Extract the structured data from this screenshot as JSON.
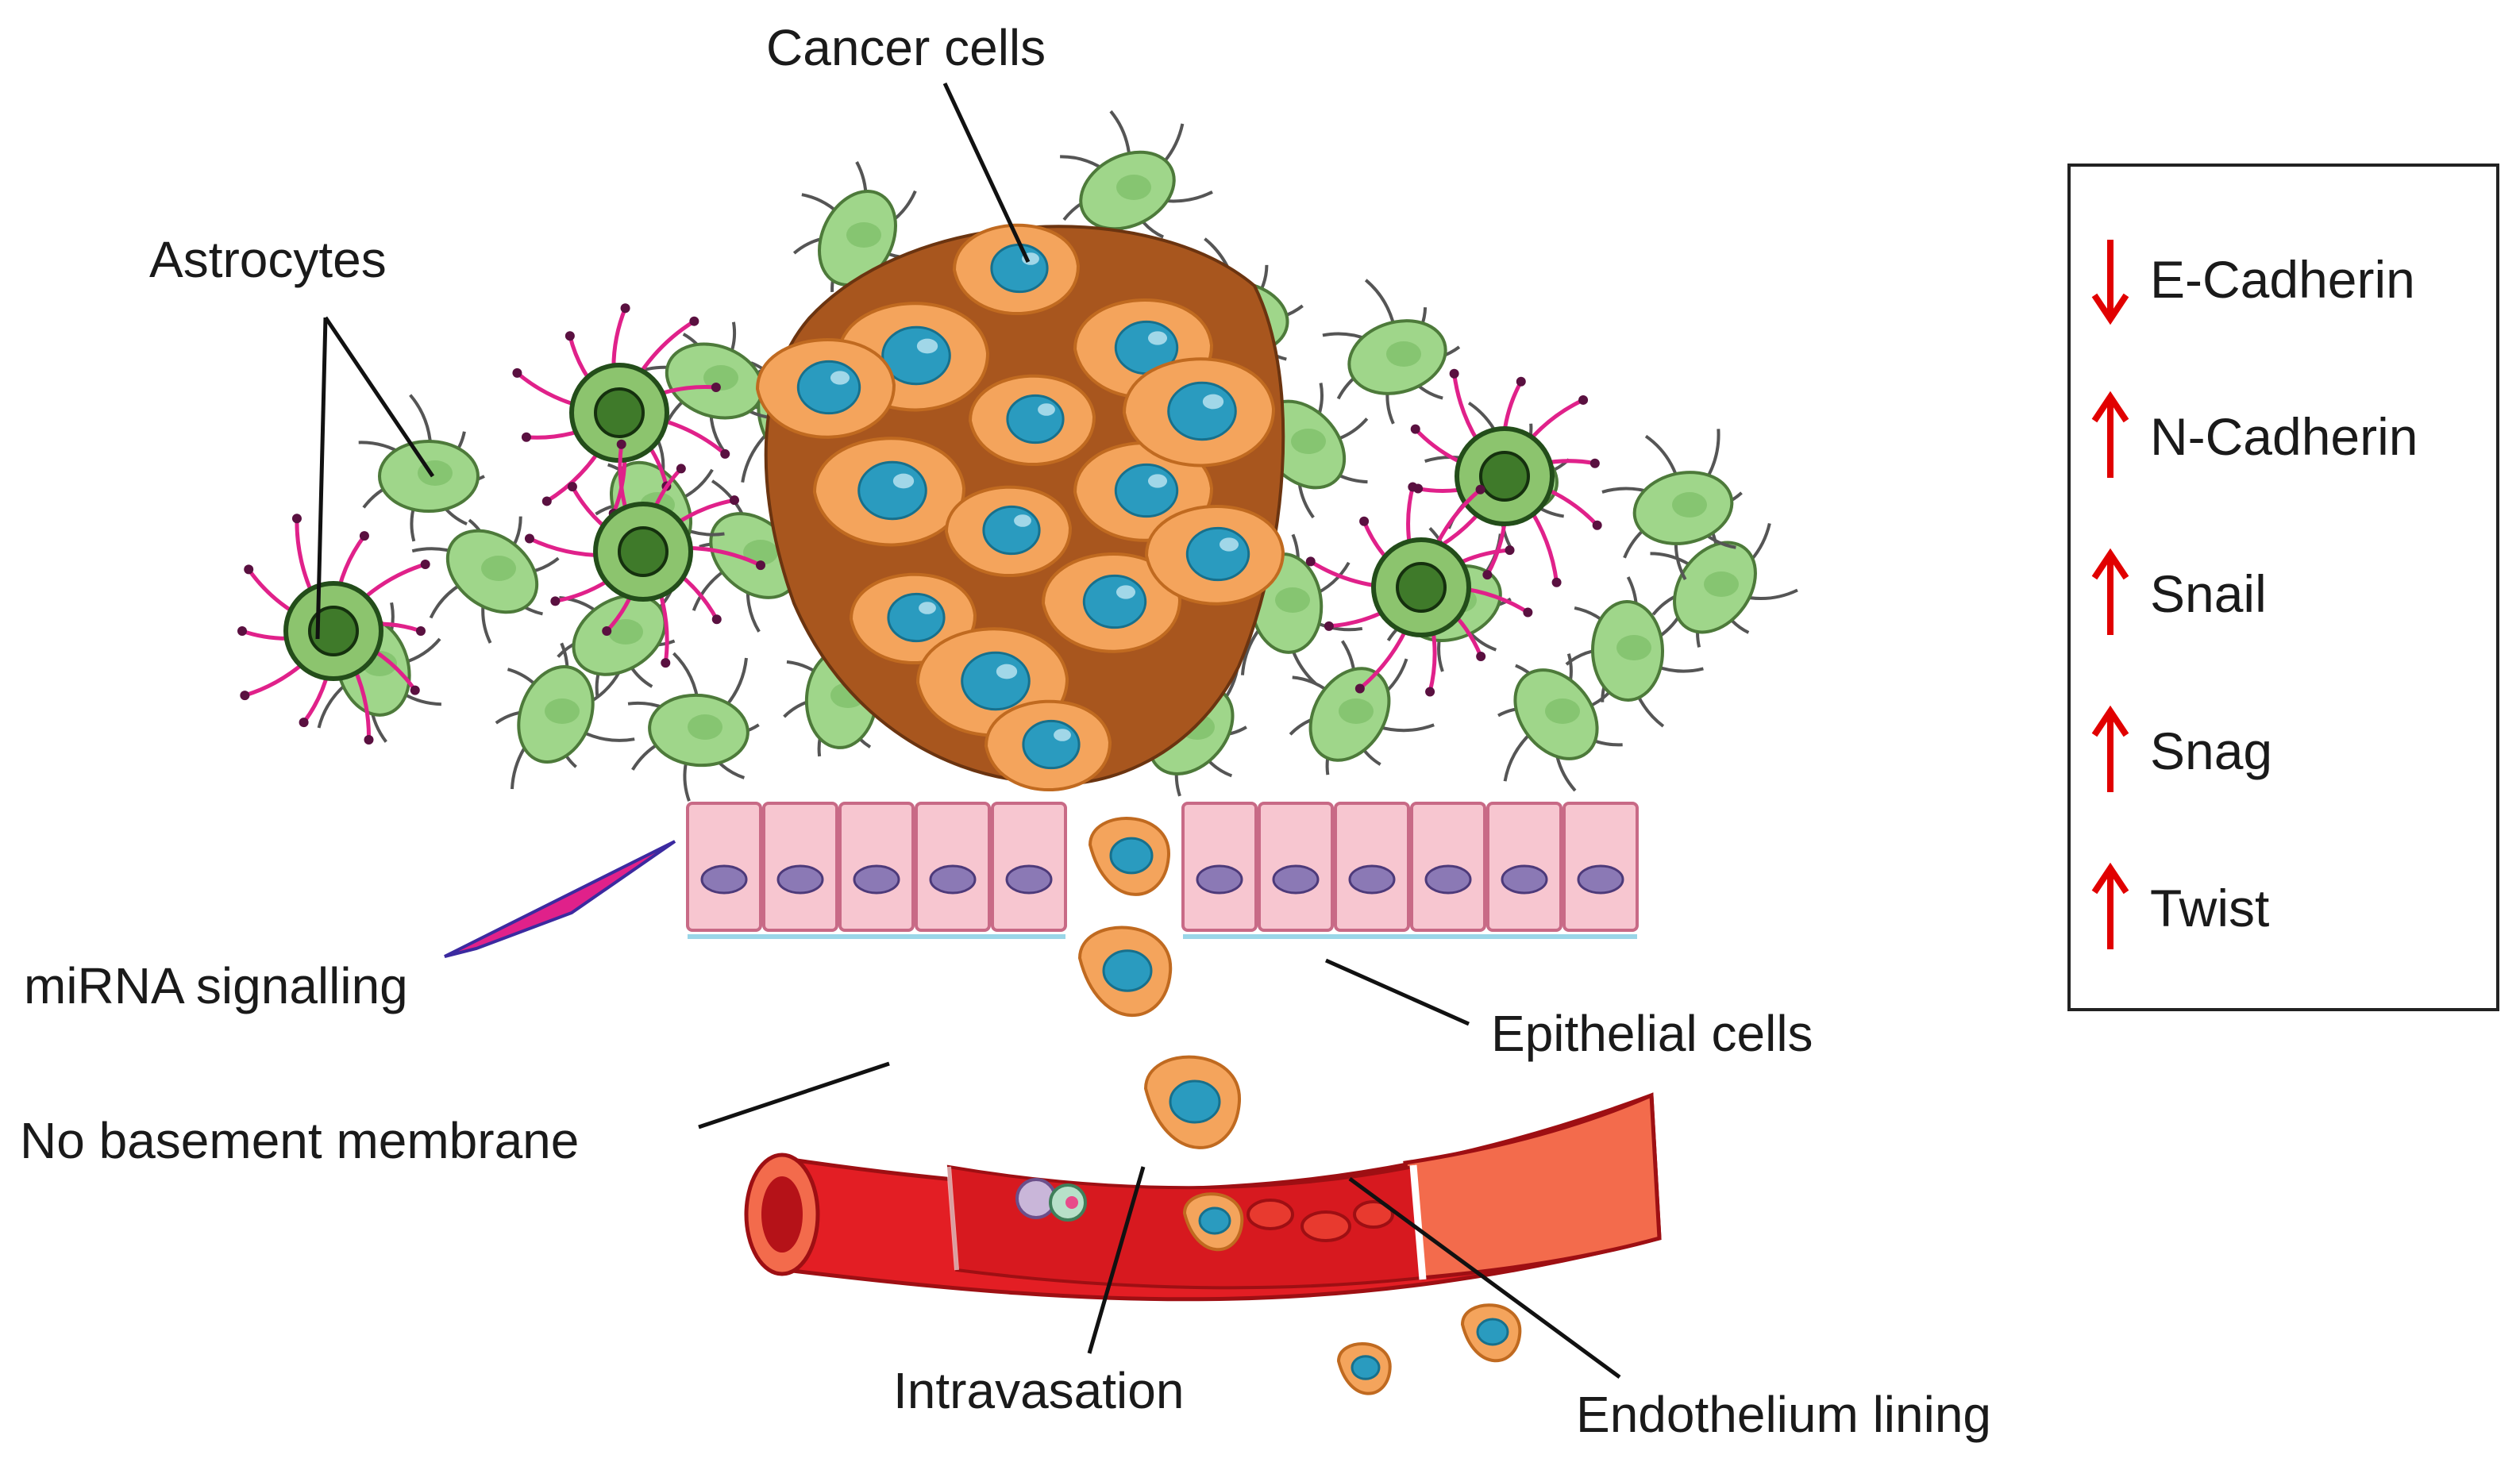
{
  "labels": {
    "cancer_cells": "Cancer cells",
    "astrocytes": "Astrocytes",
    "mirna_signalling": "miRNA signalling",
    "no_basement_membrane": "No basement membrane",
    "epithelial_cells": "Epithelial cells",
    "intravasation": "Intravasation",
    "endothelium_lining": "Endothelium lining"
  },
  "legend": {
    "items": [
      {
        "label": "E-Cadherin",
        "direction": "down"
      },
      {
        "label": "N-Cadherin",
        "direction": "up"
      },
      {
        "label": "Snail",
        "direction": "up"
      },
      {
        "label": "Snag",
        "direction": "up"
      },
      {
        "label": "Twist",
        "direction": "up"
      }
    ]
  },
  "colors": {
    "arrow": "#e10000",
    "astrocyte_fill": "#9fd68a",
    "astrocyte_stroke": "#4d7a3a",
    "reactive_process": "#e0218a",
    "cancer_fill": "#f4a45c",
    "cancer_nucleus": "#2a9bbf",
    "tumor_bg": "#a8561e",
    "epithelial_fill": "#f7c6d0",
    "epithelial_nucleus": "#8b79b5",
    "vessel_red": "#e31e24",
    "vessel_dark": "#9e0f13"
  }
}
